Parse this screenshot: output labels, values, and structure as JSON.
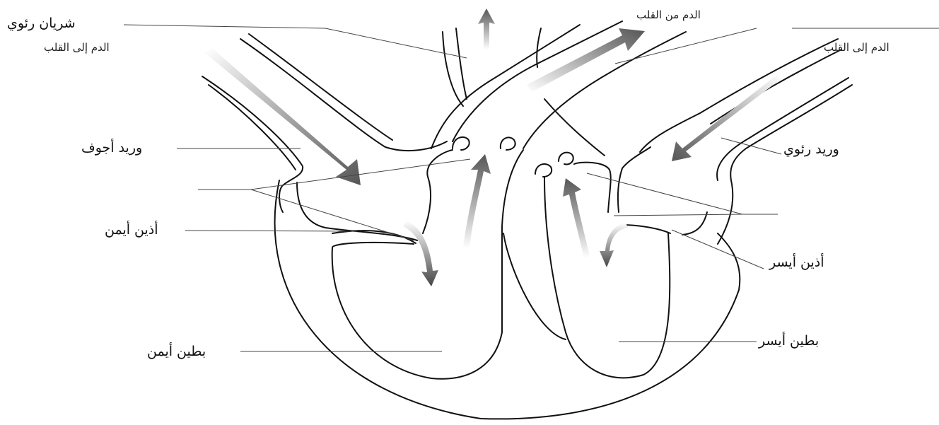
{
  "labels": {
    "pulmonary_artery": "شريان رئوي",
    "blood_to_heart_left": "الدم إلى القلب",
    "blood_from_heart": "الدم من القلب",
    "blood_to_heart_right": "الدم إلى القلب",
    "vena_cava": "وريد أجوف",
    "pulmonary_vein": "وريد رئوي",
    "right_atrium": "أذين أيمن",
    "left_atrium": "أذين أيسر",
    "right_ventricle": "بطين أيمن",
    "left_ventricle": "بطين أيسر"
  },
  "colors": {
    "outline": "#111111",
    "arrow": "#555555",
    "background": "#ffffff"
  }
}
